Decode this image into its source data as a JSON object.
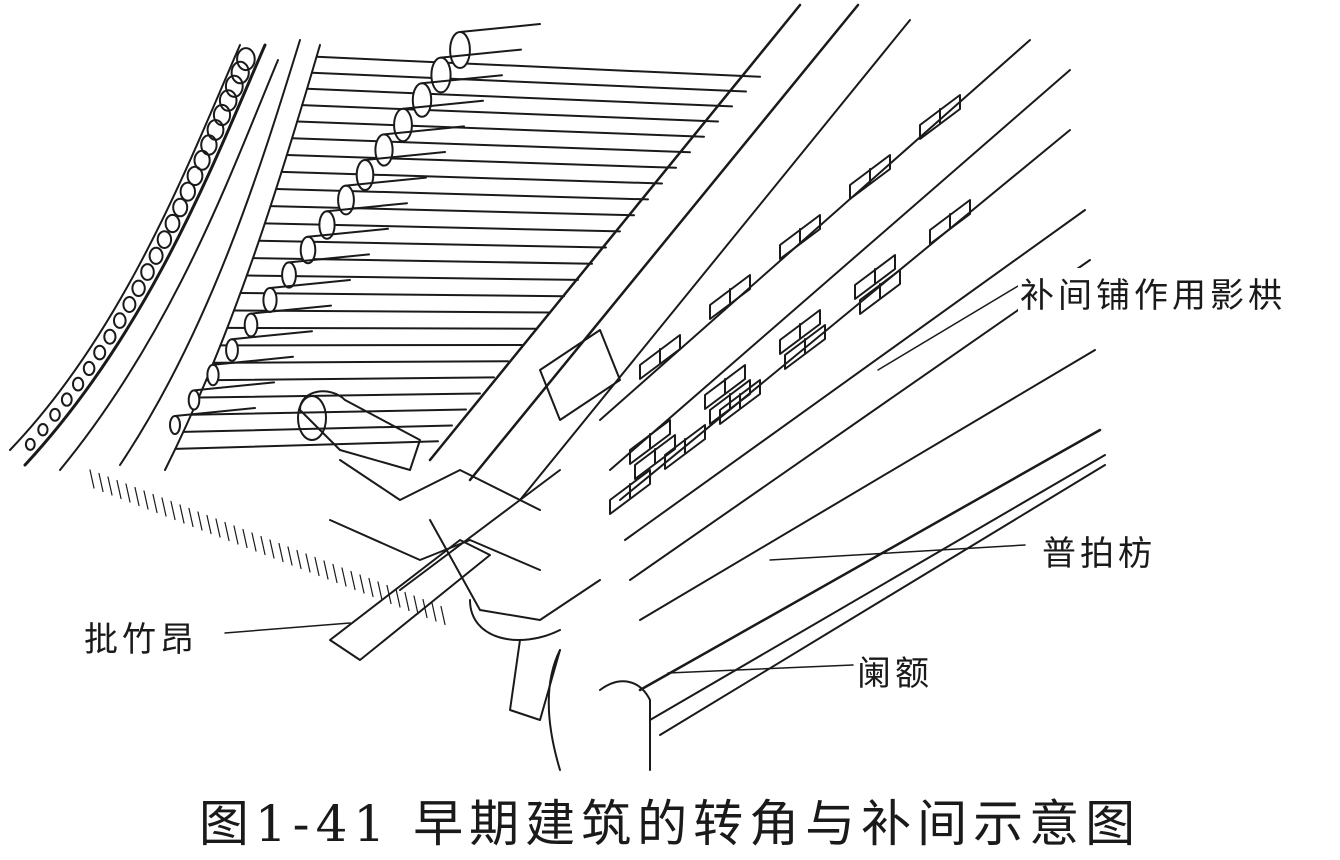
{
  "callouts": {
    "bujian": "补间铺作用影栱",
    "pupai": "普拍枋",
    "pizhu": "批竹昂",
    "lane": "阑额"
  },
  "caption": "图1-41 早期建筑的转角与补间示意图",
  "line_color": "#1a1a1a"
}
